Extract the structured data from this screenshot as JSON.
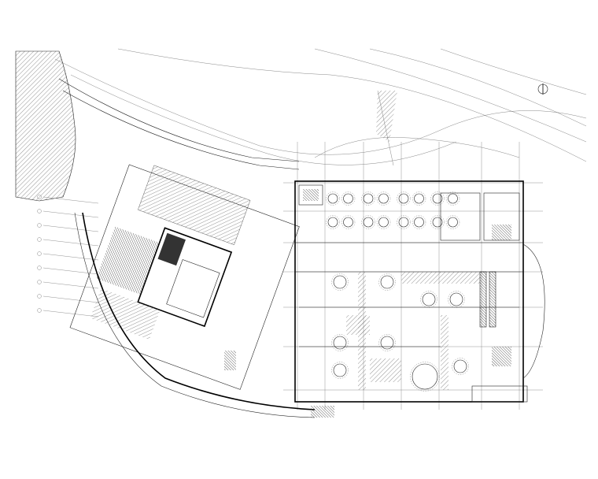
{
  "drawing": {
    "type": "architectural-floor-plan",
    "colors": {
      "line": "#222222",
      "wall": "#000000",
      "hatch": "#888888",
      "background": "#ffffff"
    }
  },
  "banquet_hall": {
    "table_rows": 2,
    "tables_per_row": 8
  },
  "dining_rooms": {
    "round_tables": 9
  },
  "escalators": 2,
  "stairs": 4
}
